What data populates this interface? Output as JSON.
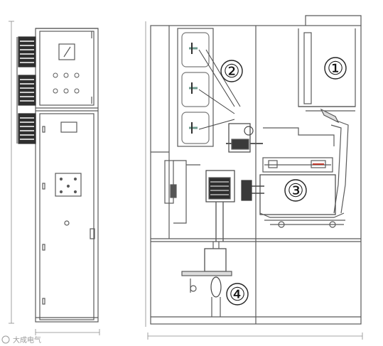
{
  "callouts": [
    {
      "label": "①"
    },
    {
      "label": "②"
    },
    {
      "label": "③"
    },
    {
      "label": "④"
    }
  ],
  "watermark": {
    "text": "大成电气"
  },
  "colors": {
    "line": "#5a5a5a",
    "light_line": "#9a9a9a",
    "busbar_fill": "#6e9a8e",
    "dark_fill": "#2f2f2f",
    "red_mark": "#c0392b"
  }
}
